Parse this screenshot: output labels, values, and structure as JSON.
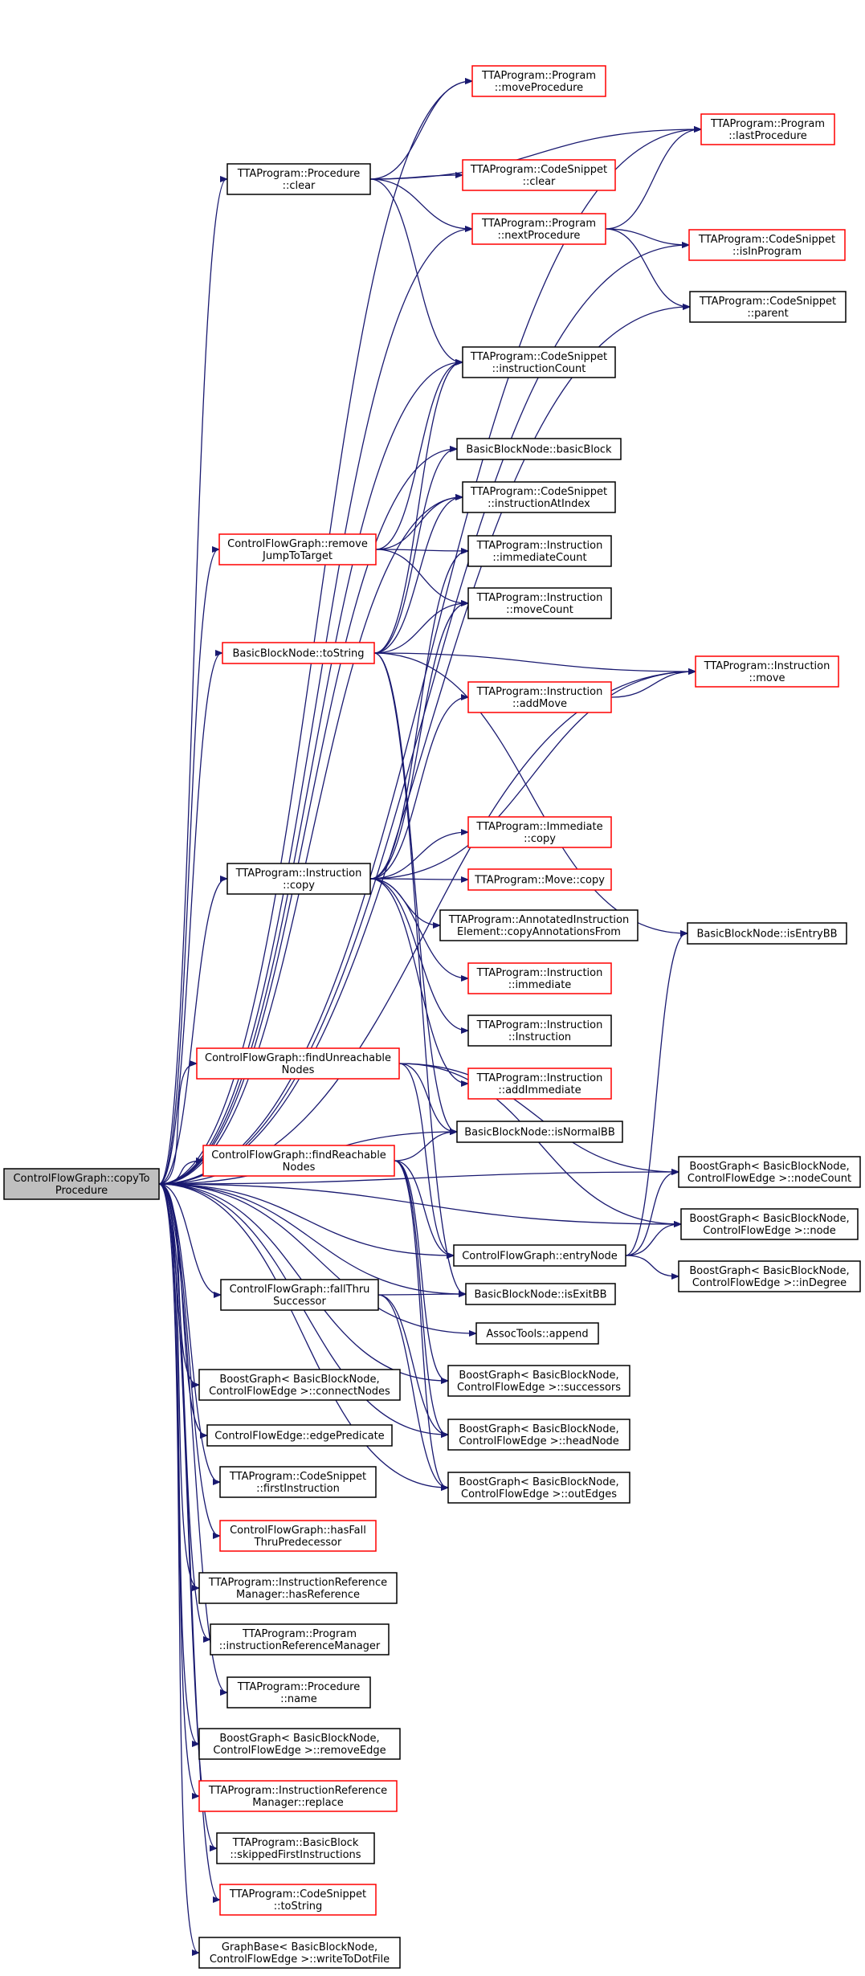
{
  "colors": {
    "edge": "#191970",
    "node_border_default": "#000000",
    "node_border_linked": "#ff0000",
    "root_fill": "#bfbfbf",
    "node_fill": "#ffffff"
  },
  "nodes": [
    {
      "id": "root",
      "lines": [
        "ControlFlowGraph::copyTo",
        "Procedure"
      ],
      "style": "root"
    },
    {
      "id": "proc_clear",
      "lines": [
        "TTAProgram::Procedure",
        "::clear"
      ],
      "style": "black"
    },
    {
      "id": "move_procedure",
      "lines": [
        "TTAProgram::Program",
        "::moveProcedure"
      ],
      "style": "red"
    },
    {
      "id": "last_procedure",
      "lines": [
        "TTAProgram::Program",
        "::lastProcedure"
      ],
      "style": "red"
    },
    {
      "id": "cs_clear",
      "lines": [
        "TTAProgram::CodeSnippet",
        "::clear"
      ],
      "style": "red"
    },
    {
      "id": "next_procedure",
      "lines": [
        "TTAProgram::Program",
        "::nextProcedure"
      ],
      "style": "red"
    },
    {
      "id": "is_in_program",
      "lines": [
        "TTAProgram::CodeSnippet",
        "::isInProgram"
      ],
      "style": "red"
    },
    {
      "id": "cs_parent",
      "lines": [
        "TTAProgram::CodeSnippet",
        "::parent"
      ],
      "style": "black"
    },
    {
      "id": "instr_count",
      "lines": [
        "TTAProgram::CodeSnippet",
        "::instructionCount"
      ],
      "style": "black"
    },
    {
      "id": "basic_block",
      "lines": [
        "BasicBlockNode::basicBlock"
      ],
      "style": "black"
    },
    {
      "id": "instr_at_index",
      "lines": [
        "TTAProgram::CodeSnippet",
        "::instructionAtIndex"
      ],
      "style": "black"
    },
    {
      "id": "remove_jump",
      "lines": [
        "ControlFlowGraph::remove",
        "JumpToTarget"
      ],
      "style": "red"
    },
    {
      "id": "immediate_count",
      "lines": [
        "TTAProgram::Instruction",
        "::immediateCount"
      ],
      "style": "black"
    },
    {
      "id": "move_count",
      "lines": [
        "TTAProgram::Instruction",
        "::moveCount"
      ],
      "style": "black"
    },
    {
      "id": "bbn_tostring",
      "lines": [
        "BasicBlockNode::toString"
      ],
      "style": "red"
    },
    {
      "id": "instr_move",
      "lines": [
        "TTAProgram::Instruction",
        "::move"
      ],
      "style": "red"
    },
    {
      "id": "add_move",
      "lines": [
        "TTAProgram::Instruction",
        "::addMove"
      ],
      "style": "red"
    },
    {
      "id": "immediate_copy",
      "lines": [
        "TTAProgram::Immediate",
        "::copy"
      ],
      "style": "red"
    },
    {
      "id": "instr_copy",
      "lines": [
        "TTAProgram::Instruction",
        "::copy"
      ],
      "style": "black"
    },
    {
      "id": "move_copy",
      "lines": [
        "TTAProgram::Move::copy"
      ],
      "style": "red"
    },
    {
      "id": "copy_annotations",
      "lines": [
        "TTAProgram::AnnotatedInstruction",
        "Element::copyAnnotationsFrom"
      ],
      "style": "black"
    },
    {
      "id": "is_entry_bb",
      "lines": [
        "BasicBlockNode::isEntryBB"
      ],
      "style": "black"
    },
    {
      "id": "instr_immediate",
      "lines": [
        "TTAProgram::Instruction",
        "::immediate"
      ],
      "style": "red"
    },
    {
      "id": "instr_ctor",
      "lines": [
        "TTAProgram::Instruction",
        "::Instruction"
      ],
      "style": "black"
    },
    {
      "id": "find_unreachable",
      "lines": [
        "ControlFlowGraph::findUnreachable",
        "Nodes"
      ],
      "style": "red"
    },
    {
      "id": "add_immediate",
      "lines": [
        "TTAProgram::Instruction",
        "::addImmediate"
      ],
      "style": "red"
    },
    {
      "id": "is_normal_bb",
      "lines": [
        "BasicBlockNode::isNormalBB"
      ],
      "style": "black"
    },
    {
      "id": "find_reachable",
      "lines": [
        "ControlFlowGraph::findReachable",
        "Nodes"
      ],
      "style": "red"
    },
    {
      "id": "node_count",
      "lines": [
        "BoostGraph< BasicBlockNode,",
        "ControlFlowEdge >::nodeCount"
      ],
      "style": "black"
    },
    {
      "id": "bg_node",
      "lines": [
        "BoostGraph< BasicBlockNode,",
        "ControlFlowEdge >::node"
      ],
      "style": "black"
    },
    {
      "id": "entry_node",
      "lines": [
        "ControlFlowGraph::entryNode"
      ],
      "style": "black"
    },
    {
      "id": "in_degree",
      "lines": [
        "BoostGraph< BasicBlockNode,",
        "ControlFlowEdge >::inDegree"
      ],
      "style": "black"
    },
    {
      "id": "fall_thru",
      "lines": [
        "ControlFlowGraph::fallThru",
        "Successor"
      ],
      "style": "black"
    },
    {
      "id": "is_exit_bb",
      "lines": [
        "BasicBlockNode::isExitBB"
      ],
      "style": "black"
    },
    {
      "id": "assoc_append",
      "lines": [
        "AssocTools::append"
      ],
      "style": "black"
    },
    {
      "id": "connect_nodes",
      "lines": [
        "BoostGraph< BasicBlockNode,",
        "ControlFlowEdge >::connectNodes"
      ],
      "style": "black"
    },
    {
      "id": "successors",
      "lines": [
        "BoostGraph< BasicBlockNode,",
        "ControlFlowEdge >::successors"
      ],
      "style": "black"
    },
    {
      "id": "edge_predicate",
      "lines": [
        "ControlFlowEdge::edgePredicate"
      ],
      "style": "black"
    },
    {
      "id": "head_node",
      "lines": [
        "BoostGraph< BasicBlockNode,",
        "ControlFlowEdge >::headNode"
      ],
      "style": "black"
    },
    {
      "id": "first_instruction",
      "lines": [
        "TTAProgram::CodeSnippet",
        "::firstInstruction"
      ],
      "style": "black"
    },
    {
      "id": "out_edges",
      "lines": [
        "BoostGraph< BasicBlockNode,",
        "ControlFlowEdge >::outEdges"
      ],
      "style": "black"
    },
    {
      "id": "has_fall_thru_pred",
      "lines": [
        "ControlFlowGraph::hasFall",
        "ThruPredecessor"
      ],
      "style": "red"
    },
    {
      "id": "has_reference",
      "lines": [
        "TTAProgram::InstructionReference",
        "Manager::hasReference"
      ],
      "style": "black"
    },
    {
      "id": "instr_ref_manager",
      "lines": [
        "TTAProgram::Program",
        "::instructionReferenceManager"
      ],
      "style": "black"
    },
    {
      "id": "proc_name",
      "lines": [
        "TTAProgram::Procedure",
        "::name"
      ],
      "style": "black"
    },
    {
      "id": "remove_edge",
      "lines": [
        "BoostGraph< BasicBlockNode,",
        "ControlFlowEdge >::removeEdge"
      ],
      "style": "black"
    },
    {
      "id": "irm_replace",
      "lines": [
        "TTAProgram::InstructionReference",
        "Manager::replace"
      ],
      "style": "red"
    },
    {
      "id": "skipped_first",
      "lines": [
        "TTAProgram::BasicBlock",
        "::skippedFirstInstructions"
      ],
      "style": "black"
    },
    {
      "id": "cs_tostring",
      "lines": [
        "TTAProgram::CodeSnippet",
        "::toString"
      ],
      "style": "red"
    },
    {
      "id": "write_dot",
      "lines": [
        "GraphBase< BasicBlockNode,",
        "ControlFlowEdge >::writeToDotFile"
      ],
      "style": "black"
    }
  ],
  "edges": [
    [
      "root",
      "proc_clear"
    ],
    [
      "root",
      "move_procedure"
    ],
    [
      "root",
      "last_procedure"
    ],
    [
      "root",
      "next_procedure"
    ],
    [
      "root",
      "is_in_program"
    ],
    [
      "root",
      "cs_parent"
    ],
    [
      "root",
      "instr_count"
    ],
    [
      "root",
      "basic_block"
    ],
    [
      "root",
      "instr_at_index"
    ],
    [
      "root",
      "remove_jump"
    ],
    [
      "root",
      "bbn_tostring"
    ],
    [
      "root",
      "instr_move"
    ],
    [
      "root",
      "instr_copy"
    ],
    [
      "root",
      "find_unreachable"
    ],
    [
      "root",
      "is_normal_bb"
    ],
    [
      "root",
      "find_reachable"
    ],
    [
      "root",
      "node_count"
    ],
    [
      "root",
      "bg_node"
    ],
    [
      "root",
      "entry_node"
    ],
    [
      "root",
      "fall_thru"
    ],
    [
      "root",
      "is_exit_bb"
    ],
    [
      "root",
      "assoc_append"
    ],
    [
      "root",
      "connect_nodes"
    ],
    [
      "root",
      "successors"
    ],
    [
      "root",
      "edge_predicate"
    ],
    [
      "root",
      "head_node"
    ],
    [
      "root",
      "first_instruction"
    ],
    [
      "root",
      "out_edges"
    ],
    [
      "root",
      "has_fall_thru_pred"
    ],
    [
      "root",
      "has_reference"
    ],
    [
      "root",
      "instr_ref_manager"
    ],
    [
      "root",
      "proc_name"
    ],
    [
      "root",
      "remove_edge"
    ],
    [
      "root",
      "irm_replace"
    ],
    [
      "root",
      "skipped_first"
    ],
    [
      "root",
      "cs_tostring"
    ],
    [
      "root",
      "write_dot"
    ],
    [
      "proc_clear",
      "move_procedure"
    ],
    [
      "proc_clear",
      "last_procedure"
    ],
    [
      "proc_clear",
      "cs_clear"
    ],
    [
      "proc_clear",
      "next_procedure"
    ],
    [
      "proc_clear",
      "instr_count"
    ],
    [
      "next_procedure",
      "last_procedure"
    ],
    [
      "next_procedure",
      "is_in_program"
    ],
    [
      "next_procedure",
      "cs_parent"
    ],
    [
      "remove_jump",
      "instr_count"
    ],
    [
      "remove_jump",
      "instr_at_index"
    ],
    [
      "remove_jump",
      "immediate_count"
    ],
    [
      "remove_jump",
      "move_count"
    ],
    [
      "bbn_tostring",
      "instr_count"
    ],
    [
      "bbn_tostring",
      "basic_block"
    ],
    [
      "bbn_tostring",
      "instr_at_index"
    ],
    [
      "bbn_tostring",
      "move_count"
    ],
    [
      "bbn_tostring",
      "instr_move"
    ],
    [
      "bbn_tostring",
      "is_entry_bb"
    ],
    [
      "bbn_tostring",
      "is_normal_bb"
    ],
    [
      "bbn_tostring",
      "is_exit_bb"
    ],
    [
      "add_move",
      "instr_move"
    ],
    [
      "instr_copy",
      "immediate_count"
    ],
    [
      "instr_copy",
      "move_count"
    ],
    [
      "instr_copy",
      "add_move"
    ],
    [
      "instr_copy",
      "instr_move"
    ],
    [
      "instr_copy",
      "immediate_copy"
    ],
    [
      "instr_copy",
      "move_copy"
    ],
    [
      "instr_copy",
      "copy_annotations"
    ],
    [
      "instr_copy",
      "instr_immediate"
    ],
    [
      "instr_copy",
      "instr_ctor"
    ],
    [
      "instr_copy",
      "add_immediate"
    ],
    [
      "find_unreachable",
      "is_normal_bb"
    ],
    [
      "find_unreachable",
      "node_count"
    ],
    [
      "find_unreachable",
      "bg_node"
    ],
    [
      "find_unreachable",
      "entry_node"
    ],
    [
      "find_reachable",
      "is_normal_bb"
    ],
    [
      "find_reachable",
      "entry_node"
    ],
    [
      "find_reachable",
      "successors"
    ],
    [
      "find_reachable",
      "head_node"
    ],
    [
      "find_reachable",
      "out_edges"
    ],
    [
      "entry_node",
      "is_entry_bb"
    ],
    [
      "entry_node",
      "node_count"
    ],
    [
      "entry_node",
      "bg_node"
    ],
    [
      "entry_node",
      "in_degree"
    ],
    [
      "fall_thru",
      "is_exit_bb"
    ],
    [
      "fall_thru",
      "head_node"
    ],
    [
      "fall_thru",
      "out_edges"
    ]
  ]
}
